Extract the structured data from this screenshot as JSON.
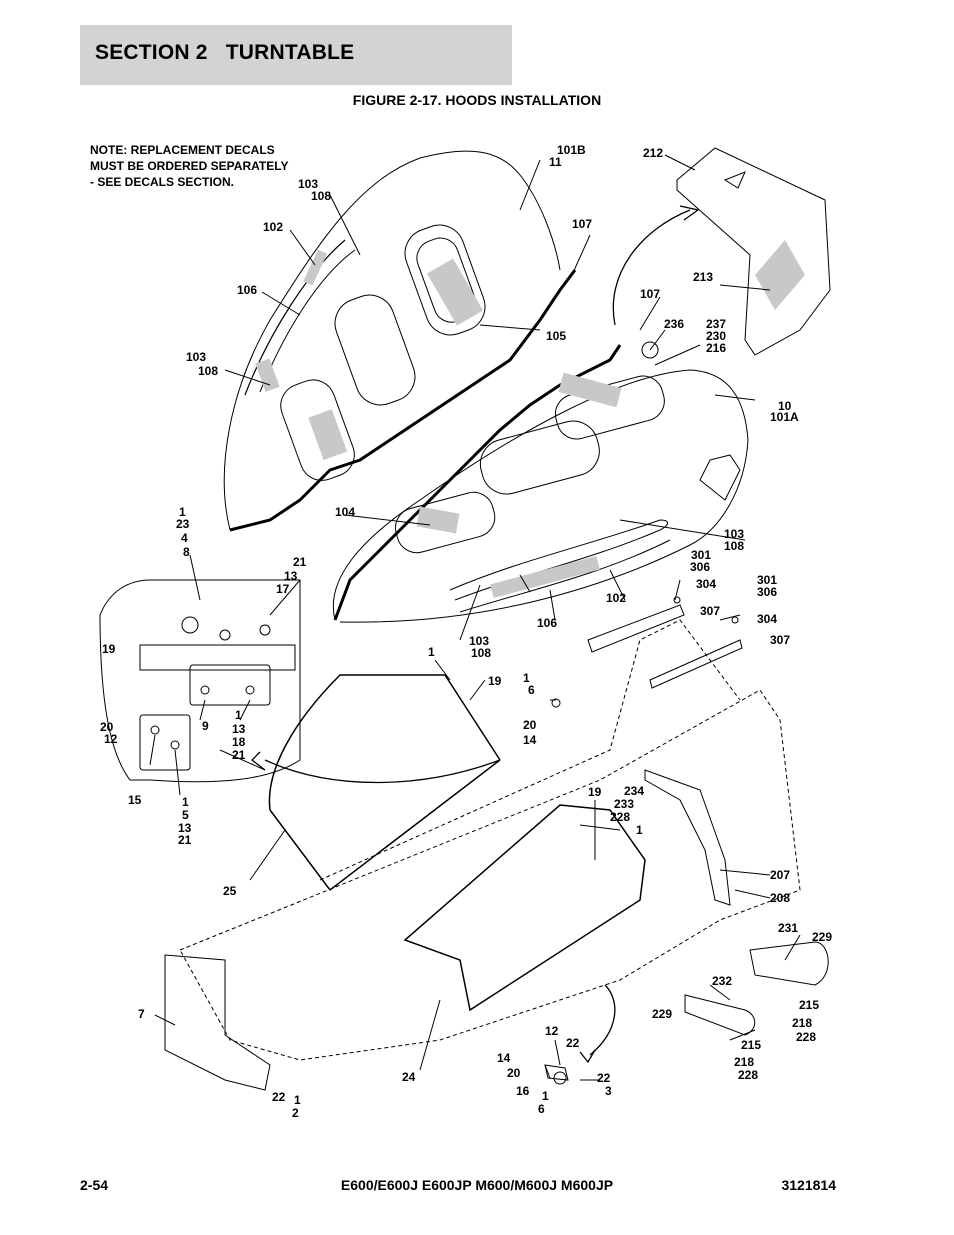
{
  "header": {
    "section_title": "SECTION 2   TURNTABLE",
    "figure_title": "FIGURE 2-17. HOODS INSTALLATION"
  },
  "note": "NOTE: REPLACEMENT DECALS\nMUST BE ORDERED SEPARATELY\n- SEE DECALS SECTION.",
  "callouts": [
    "101B",
    "11",
    "212",
    "103",
    "108",
    "107",
    "102",
    "213",
    "106",
    "107",
    "236",
    "237",
    "230",
    "216",
    "105",
    "103",
    "108",
    "10",
    "101A",
    "1",
    "23",
    "4",
    "8",
    "104",
    "103",
    "108",
    "21",
    "13",
    "17",
    "301",
    "306",
    "304",
    "301",
    "306",
    "102",
    "304",
    "307",
    "106",
    "307",
    "103",
    "108",
    "19",
    "1",
    "19",
    "1",
    "6",
    "9",
    "20",
    "12",
    "1",
    "13",
    "18",
    "21",
    "20",
    "14",
    "15",
    "1",
    "5",
    "13",
    "21",
    "19",
    "234",
    "233",
    "228",
    "1",
    "207",
    "25",
    "208",
    "231",
    "229",
    "232",
    "7",
    "215",
    "229",
    "218",
    "228",
    "12",
    "22",
    "215",
    "14",
    "218",
    "20",
    "228",
    "24",
    "22",
    "16",
    "3",
    "1",
    "6",
    "22",
    "1",
    "2"
  ],
  "footer": {
    "page": "2-54",
    "models": "E600/E600J E600JP M600/M600J M600JP",
    "doc_number": "3121814"
  }
}
